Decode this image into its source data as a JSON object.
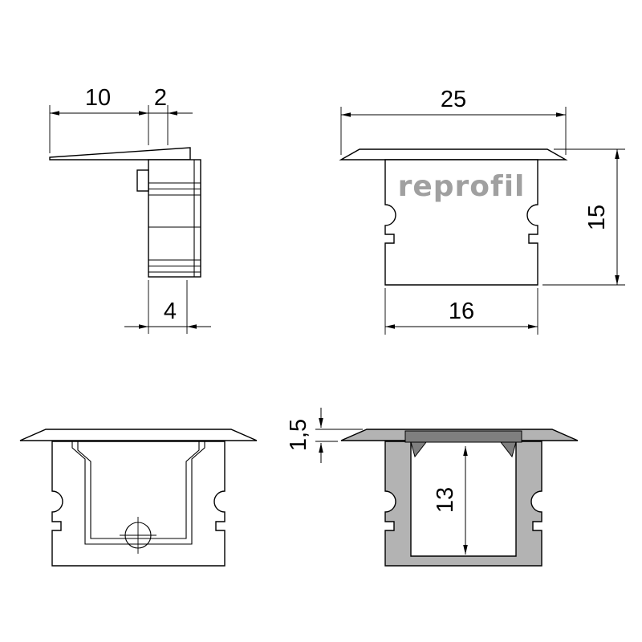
{
  "drawing": {
    "brand": "reprofil",
    "dims": {
      "flange_overhang": "10",
      "wall_offset": "2",
      "cap_depth": "4",
      "overall_width": "25",
      "overall_height": "15",
      "body_width": "16",
      "flange_thickness": "1,5",
      "inner_height": "13"
    }
  }
}
